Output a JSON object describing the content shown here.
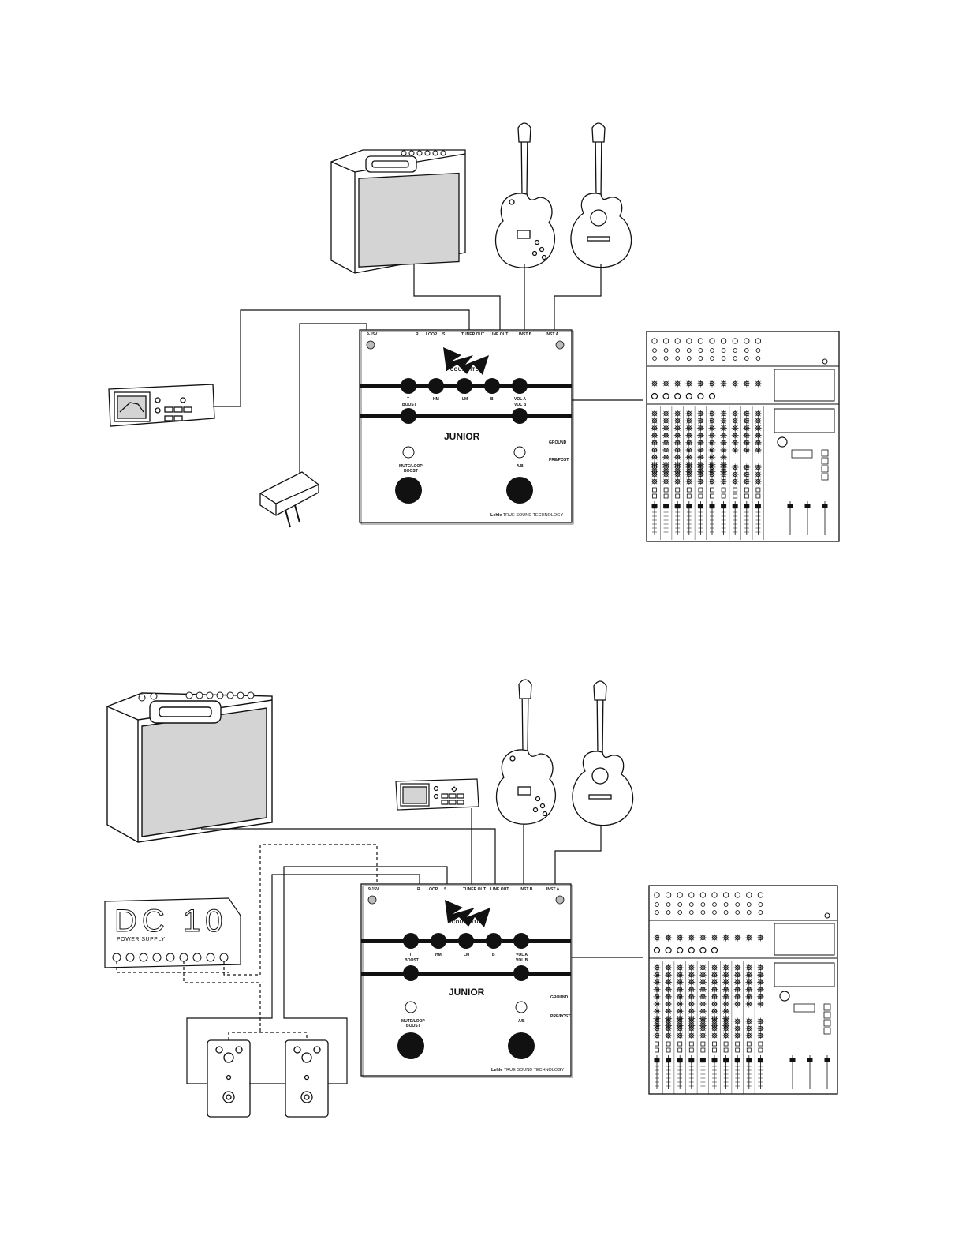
{
  "diagrams": [
    {
      "device": {
        "title": "JUNIOR",
        "brand": "ACOUSWITCH",
        "maker": "Lehle",
        "tagline": "TRUE SOUND TECHNOLOGY",
        "jacks": [
          "9-15V",
          "R",
          "LOOP",
          "S",
          "TUNER OUT",
          "LINE OUT",
          "INST B",
          "INST A"
        ],
        "knobs_top": [
          "T",
          "HM",
          "LM",
          "B",
          "VOL A"
        ],
        "knobs_bottom": [
          "BOOST",
          "VOL B"
        ],
        "switch_labels": [
          "GROUND",
          "PRE/POST"
        ],
        "led_labels": [
          "MUTE/LOOP\nBOOST",
          "A/B"
        ]
      }
    },
    {
      "device": {
        "title": "JUNIOR",
        "brand": "ACOUSWITCH",
        "maker": "Lehle",
        "tagline": "TRUE SOUND TECHNOLOGY",
        "jacks": [
          "9-15V",
          "R",
          "LOOP",
          "S",
          "TUNER OUT",
          "LINE OUT",
          "INST B",
          "INST A"
        ],
        "knobs_top": [
          "T",
          "HM",
          "LM",
          "B",
          "VOL A"
        ],
        "knobs_bottom": [
          "BOOST",
          "VOL B"
        ],
        "switch_labels": [
          "GROUND",
          "PRE/POST"
        ],
        "led_labels": [
          "MUTE/LOOP\nBOOST",
          "A/B"
        ]
      },
      "power_supply": {
        "logo": "DC 10",
        "label": "POWER SUPPLY"
      }
    }
  ],
  "colors": {
    "line": "#111111",
    "panel": "#d9d9d9",
    "link": "#2a3bd8"
  }
}
